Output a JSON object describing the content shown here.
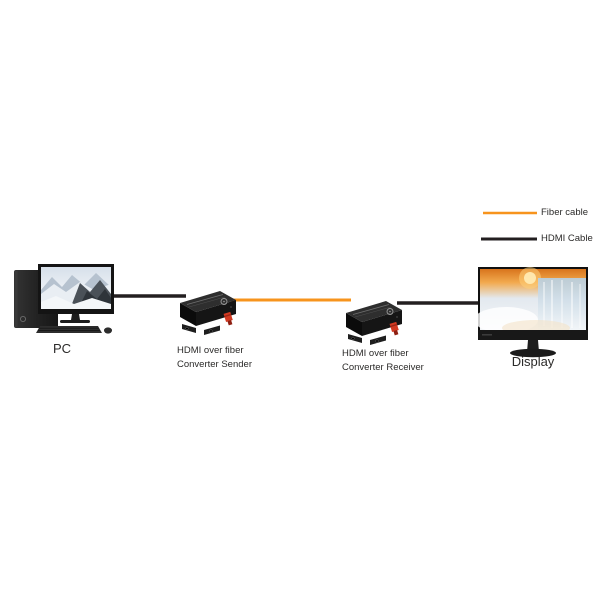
{
  "legend": {
    "items": [
      {
        "label": "Fiber cable",
        "color": "#F7941D"
      },
      {
        "label": "HDMI Cable",
        "color": "#231F20"
      }
    ]
  },
  "nodes": {
    "pc": {
      "label": "PC",
      "icon": "desktop-pc-icon"
    },
    "sender": {
      "label_line1": "HDMI over fiber",
      "label_line2": "Converter Sender",
      "icon": "fiber-converter-icon"
    },
    "receiver": {
      "label_line1": "HDMI over fiber",
      "label_line2": "Converter Receiver",
      "icon": "fiber-converter-icon"
    },
    "display": {
      "label": "Display",
      "icon": "monitor-icon"
    }
  },
  "connections": [
    {
      "from": "pc",
      "to": "sender",
      "cable": "HDMI Cable",
      "color": "#231F20"
    },
    {
      "from": "sender",
      "to": "receiver",
      "cable": "Fiber cable",
      "color": "#F7941D"
    },
    {
      "from": "receiver",
      "to": "display",
      "cable": "HDMI Cable",
      "color": "#231F20"
    }
  ]
}
